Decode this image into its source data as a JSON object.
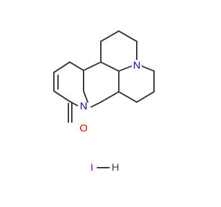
{
  "molecule": {
    "atoms": {
      "n1": "N",
      "n2": "N",
      "o1": "O"
    },
    "salt": {
      "iodine": "I",
      "hydrogen": "H"
    },
    "colors": {
      "bond": "#3a3a3a",
      "nitrogen": "#0000ff",
      "oxygen": "#ff0000",
      "iodine": "#9400d3",
      "hydrogen": "#3a3a3a"
    }
  }
}
